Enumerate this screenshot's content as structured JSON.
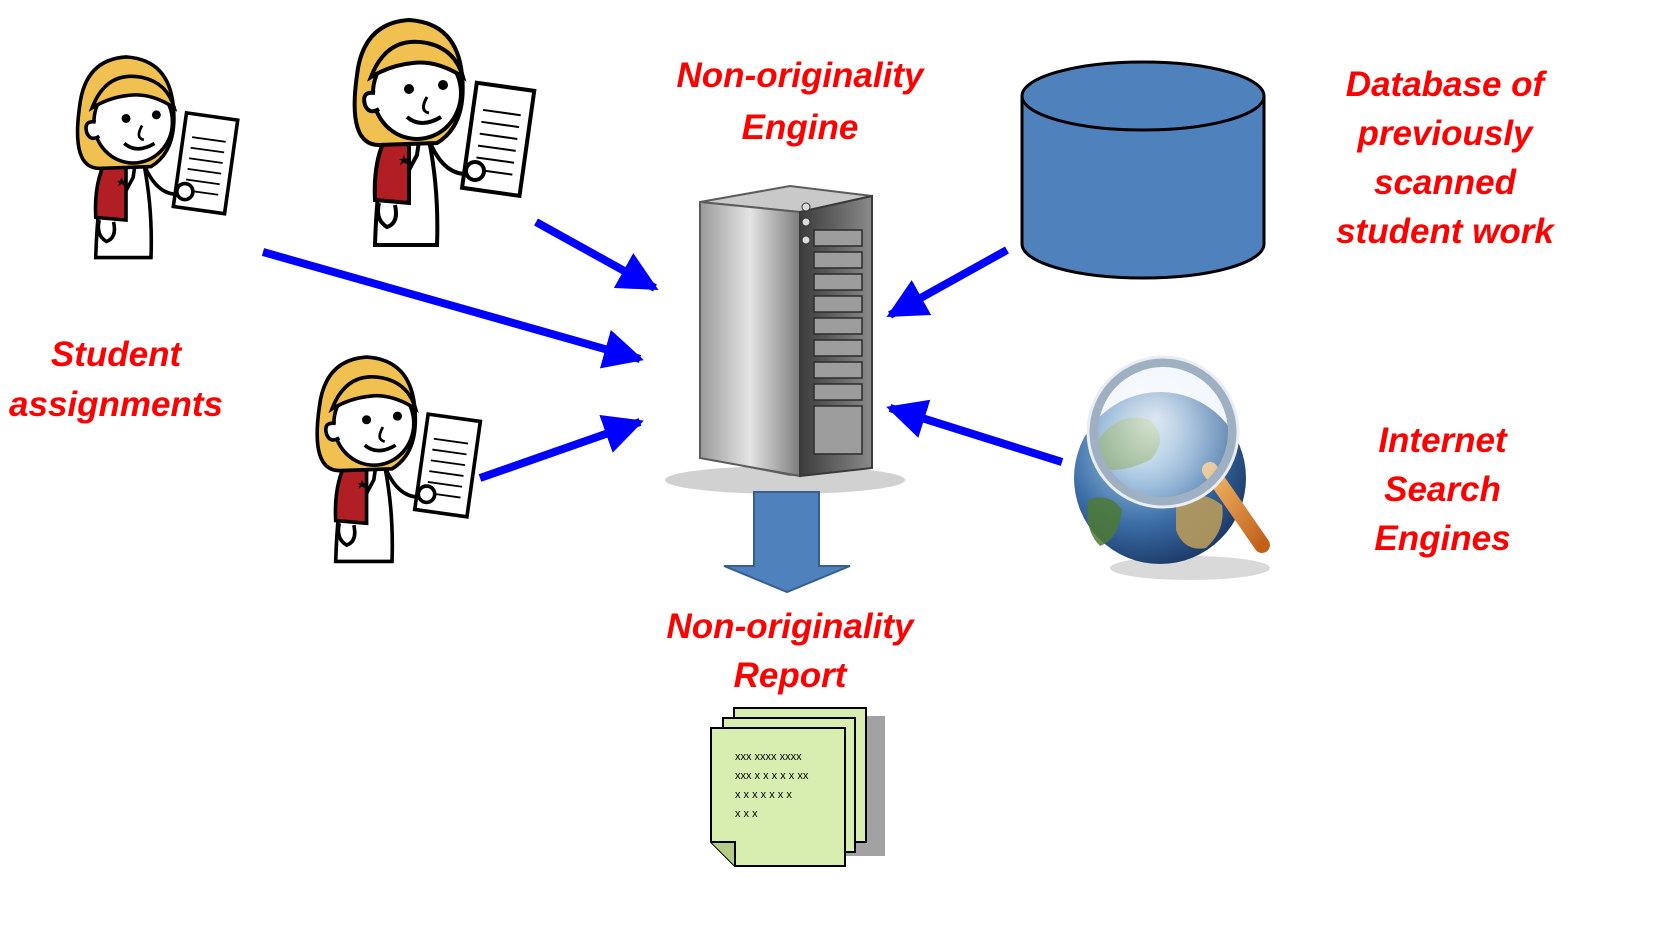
{
  "labels": {
    "engine": [
      "Non-originality",
      "Engine"
    ],
    "database": [
      "Database of",
      "previously",
      "scanned",
      "student work"
    ],
    "students": [
      "Student",
      "assignments"
    ],
    "internet": [
      "Internet",
      "Search",
      "Engines"
    ],
    "report": [
      "Non-originality",
      "Report"
    ]
  },
  "report_lines": [
    "xxx xxxx xxxx",
    "xxx x x x x x xx",
    "x x  x x x x x",
    "x x x"
  ],
  "colors": {
    "label_red": "#ff0000",
    "arrow_blue": "#0000ff",
    "database_fill": "#4f81bd",
    "report_paper": "#d8edb0",
    "shirt": "#b11e24",
    "hair": "#f0c150"
  }
}
